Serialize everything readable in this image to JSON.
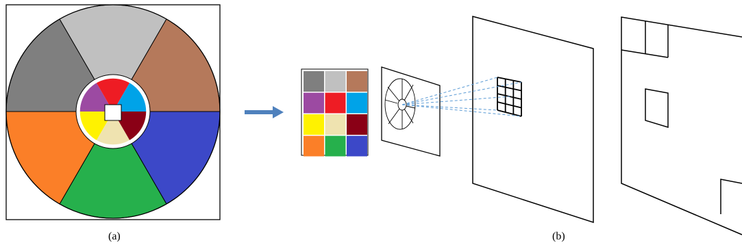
{
  "captions": {
    "a": "(a)",
    "b": "(b)"
  },
  "wheel": {
    "outer_segments": [
      {
        "name": "upper-left",
        "color": "#7f7f7f"
      },
      {
        "name": "top",
        "color": "#c0c0c0"
      },
      {
        "name": "upper-right",
        "color": "#b5795b"
      },
      {
        "name": "lower-right",
        "color": "#3c48c8"
      },
      {
        "name": "bottom",
        "color": "#26b04c"
      },
      {
        "name": "lower-left",
        "color": "#fb7f28"
      }
    ],
    "inner_segments": [
      {
        "name": "upper-left",
        "color": "#9c4aa2"
      },
      {
        "name": "top",
        "color": "#ee1c24"
      },
      {
        "name": "upper-right",
        "color": "#00a3e8"
      },
      {
        "name": "lower-right",
        "color": "#8a0016"
      },
      {
        "name": "bottom",
        "color": "#efe3b0"
      },
      {
        "name": "lower-left",
        "color": "#fff200"
      }
    ],
    "center_color": "#ffffff"
  },
  "arrow_color": "#4f81bd",
  "color_grid": {
    "rows": 4,
    "cols": 3,
    "cells": [
      "#7f7f7f",
      "#c0c0c0",
      "#b5795b",
      "#9c4aa2",
      "#ee1c24",
      "#00a3e8",
      "#fff200",
      "#efe3b0",
      "#8a0016",
      "#fb7f28",
      "#26b04c",
      "#3c48c8"
    ]
  },
  "small_grid": {
    "rows": 4,
    "cols": 3
  },
  "projection_line_color": "#5b9bd5"
}
